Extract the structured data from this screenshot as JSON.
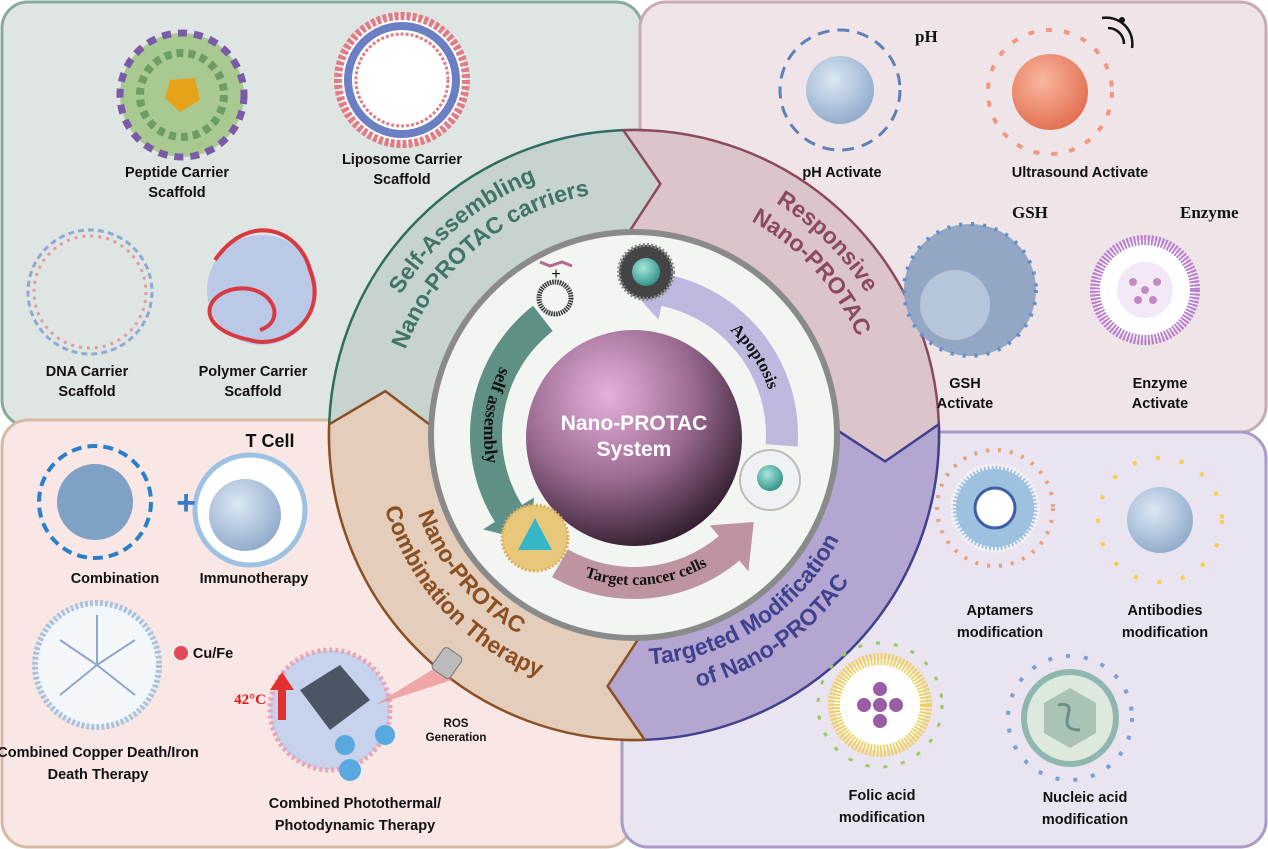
{
  "center": {
    "title_line1": "Nano-PROTAC",
    "title_line2": "System"
  },
  "cycle": {
    "self_assembly": "self assembly",
    "apoptosis": "Apoptosis",
    "target": "Target cancer cells",
    "plus": "+"
  },
  "bands": {
    "self_assembling": {
      "line1": "Self-Assembling",
      "line2": "Nano-PROTAC carriers",
      "color": "#3f7466"
    },
    "responsive": {
      "line1": "Responsive",
      "line2": "Nano-PROTAC",
      "color": "#8a4a5c"
    },
    "targeted": {
      "line1": "Targeted Modification",
      "line2": "of Nano-PROTAC",
      "color": "#40408e"
    },
    "combination": {
      "line1": "Nano-PROTAC",
      "line2": "Combination Therapy",
      "color": "#8a4f22"
    }
  },
  "panels": {
    "carriers": [
      {
        "line1": "Peptide Carrier",
        "line2": "Scaffold"
      },
      {
        "line1": "Liposome Carrier",
        "line2": "Scaffold"
      },
      {
        "line1": "DNA Carrier",
        "line2": "Scaffold"
      },
      {
        "line1": "Polymer Carrier",
        "line2": "Scaffold"
      }
    ],
    "responsive": [
      {
        "line1": "pH Activate",
        "tag": "pH"
      },
      {
        "line1": "Ultrasound Activate"
      },
      {
        "line1": "GSH",
        "line2": "Activate",
        "tag": "GSH"
      },
      {
        "line1": "Enzyme",
        "line2": "Activate",
        "tag": "Enzyme"
      }
    ],
    "combination": {
      "t_cell": "T Cell",
      "combination": "Combination",
      "immunotherapy": "Immunotherapy",
      "plus": "+",
      "cu_fe": "Cu/Fe",
      "copper_line1": "Combined Copper Death/Iron",
      "copper_line2": "Death Therapy",
      "temp": "42°C",
      "ros_line1": "ROS",
      "ros_line2": "Generation",
      "photo_line1": "Combined Photothermal/",
      "photo_line2": "Photodynamic Therapy"
    },
    "targeted": [
      {
        "line1": "Aptamers",
        "line2": "modification"
      },
      {
        "line1": "Antibodies",
        "line2": "modification"
      },
      {
        "line1": "Folic acid",
        "line2": "modification"
      },
      {
        "line1": "Nucleic acid",
        "line2": "modification"
      }
    ]
  },
  "colors": {
    "tl_bg": "#dfe5e2",
    "tr_bg": "#efe4e7",
    "bl_bg": "#f8e7e4",
    "br_bg": "#eae4f0"
  }
}
